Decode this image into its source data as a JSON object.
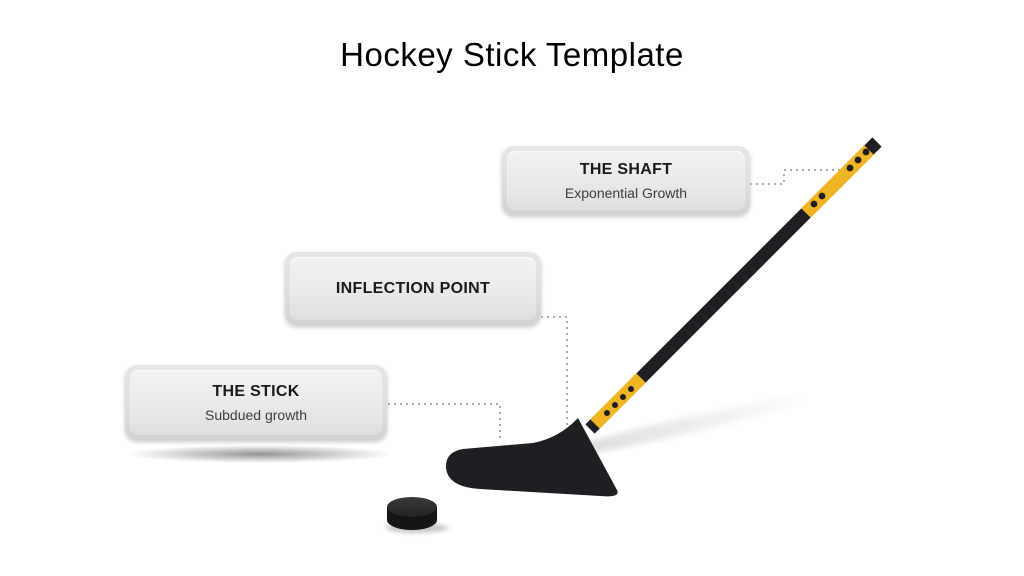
{
  "slide": {
    "title": "Hockey Stick Template",
    "background": "#ffffff"
  },
  "callouts": [
    {
      "title": "THE SHAFT",
      "subtitle": "Exponential Growth"
    },
    {
      "title": "INFLECTION POINT",
      "subtitle": ""
    },
    {
      "title": "THE STICK",
      "subtitle": "Subdued growth"
    }
  ],
  "illustration": {
    "graphics": [
      "hockey-stick",
      "hockey-puck"
    ],
    "colors": {
      "tape_yellow": "#F0B525",
      "stick_black": "#1F1F23",
      "connector_gray": "#ABABAB",
      "title_black": "#000000",
      "subtitle_gray": "#3C3C3C",
      "box_gray": "#E6E6E6"
    }
  }
}
